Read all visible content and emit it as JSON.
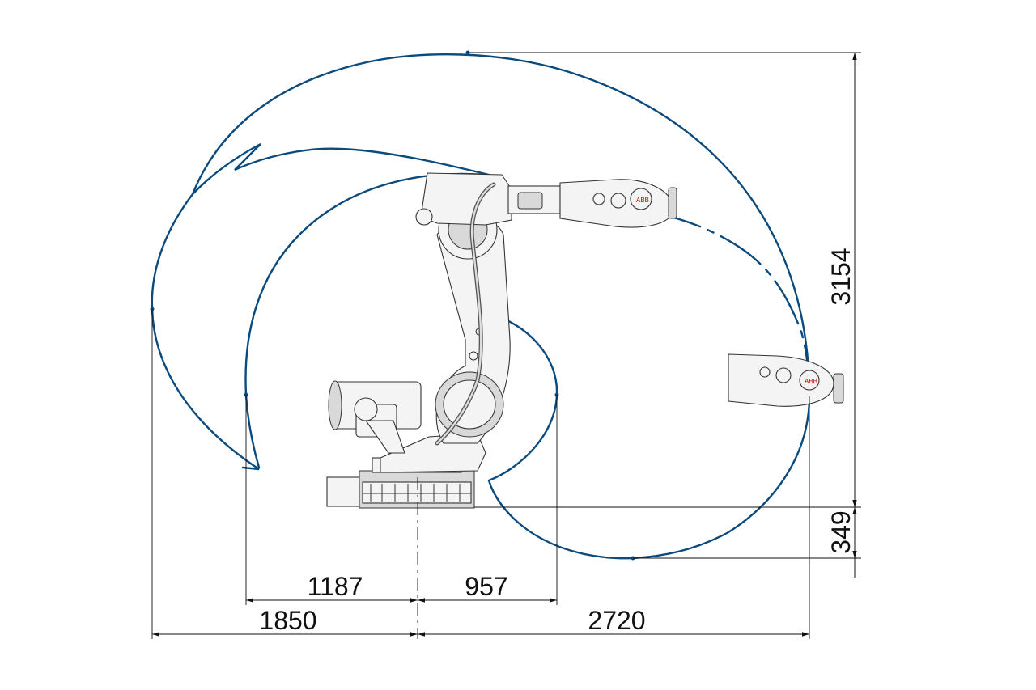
{
  "diagram": {
    "dimensions": {
      "reach_left_outer": "1850",
      "reach_left_inner": "1187",
      "reach_right_inner": "957",
      "reach_right_outer": "2720",
      "height_top": "3154",
      "height_below_base": "349"
    },
    "colors": {
      "envelope": "#0b4a7d",
      "dimension_lines": "#111111",
      "robot_body": "#f4f4f4",
      "robot_outline": "#333333"
    },
    "logo_text": "ABB"
  }
}
